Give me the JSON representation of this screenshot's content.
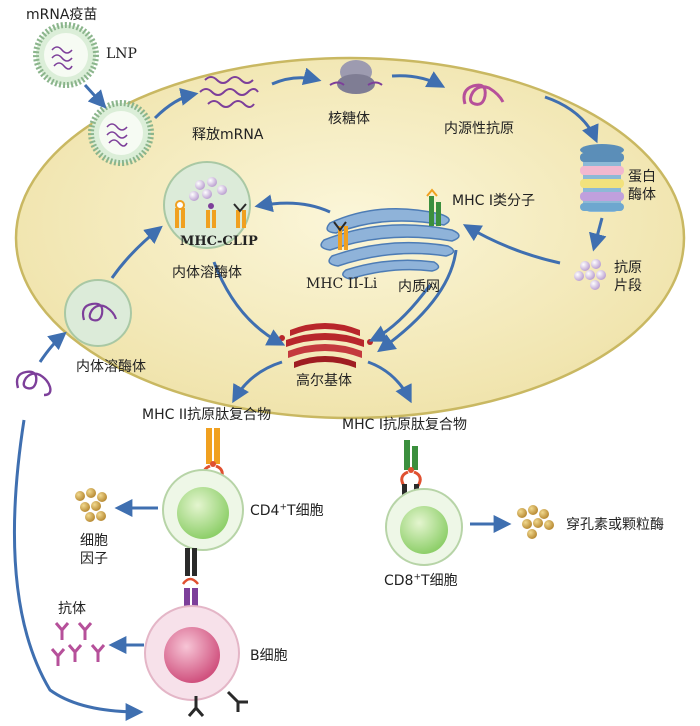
{
  "labels": {
    "mrna_vaccine": "mRNA疫苗",
    "lnp": "LNP",
    "release_mrna": "释放mRNA",
    "ribosome": "核糖体",
    "endogenous_antigen": "内源性抗原",
    "proteasome_line1": "蛋白",
    "proteasome_line2": "酶体",
    "mhc1_molecule": "MHC I类分子",
    "antigen_fragment_line1": "抗原",
    "antigen_fragment_line2": "片段",
    "er": "内质网",
    "mhc2_li": "MHC II-Li",
    "mhc_clip": "MHC-CLIP",
    "endolysosome_top": "内体溶酶体",
    "endolysosome_left": "内体溶酶体",
    "golgi": "高尔基体",
    "mhc2_complex": "MHC II抗原肽复合物",
    "mhc1_complex": "MHC I抗原肽复合物",
    "cd4_prefix": "CD4",
    "cd4_sup": "+",
    "cd4_suffix": "T细胞",
    "cd8_prefix": "CD8",
    "cd8_sup": "+",
    "cd8_suffix": "T细胞",
    "cytokine_line1": "细胞",
    "cytokine_line2": "因子",
    "perforin": "穿孔素或颗粒酶",
    "antibody": "抗体",
    "b_cell": "B细胞"
  },
  "colors": {
    "cell_fill": "#f4ecbe",
    "cell_stroke": "#c9b862",
    "arrow_blue": "#3f6fb0",
    "mrna_purple": "#7d3f9a",
    "golgi_red": "#b8262b",
    "mhc_orange": "#f0a020",
    "mhc_green": "#3b8f3d",
    "tcr_black": "#2a2a2a",
    "bead_gold": "#c9a24a",
    "antibody_pink": "#b6509a"
  }
}
